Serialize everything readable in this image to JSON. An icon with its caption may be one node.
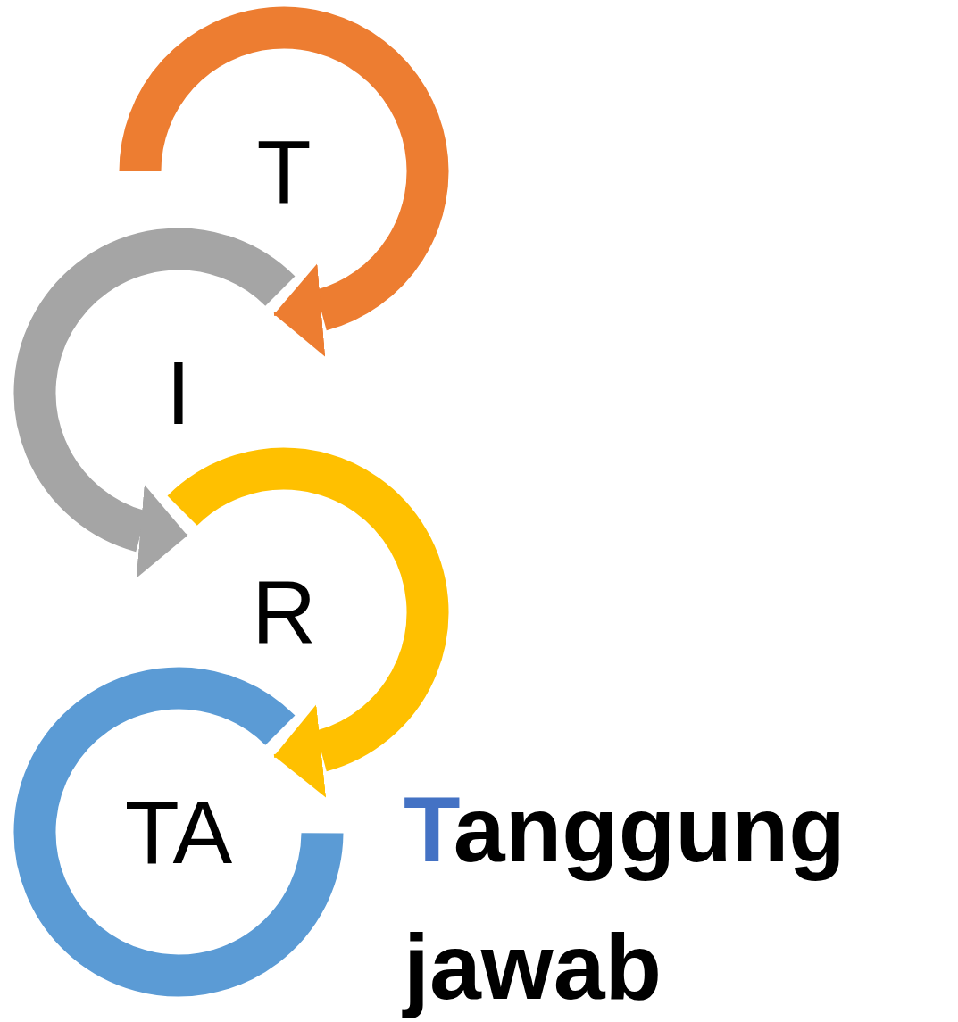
{
  "diagram": {
    "nodes": [
      {
        "text": [
          "T"
        ]
      },
      {
        "text": [
          "I"
        ]
      },
      {
        "text": [
          "R"
        ]
      },
      {
        "text": [
          "TA"
        ]
      }
    ],
    "edges": [
      {
        "from": 0,
        "to": 1,
        "arrow": "to",
        "color": "#ed7d31"
      },
      {
        "from": 1,
        "to": 2,
        "arrow": "to",
        "color": "#a5a5a5"
      },
      {
        "from": 2,
        "to": 3,
        "arrow": "to",
        "color": "#ffc000"
      }
    ],
    "labels": [
      "Tanggung jawab"
    ]
  }
}
